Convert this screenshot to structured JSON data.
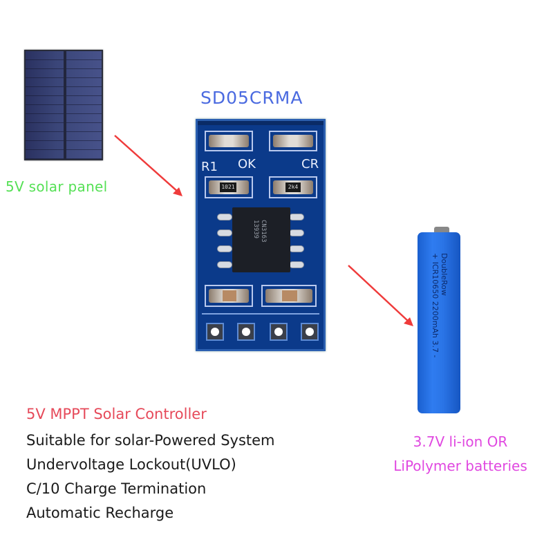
{
  "model_label": "SD05CRMA",
  "solar_panel": {
    "label": "5V solar panel",
    "label_color": "#55e055"
  },
  "pcb": {
    "silkscreen": {
      "r1": "R1",
      "ok": "OK",
      "cr": "CR"
    },
    "resistor_codes": [
      "1021",
      "2k4"
    ],
    "chip_marking": "CN3163\n13939",
    "pin_count": 4
  },
  "battery": {
    "printed_text": "+ ICR10650 2200mAh 3.7 -",
    "brand_text": "DoubleRow",
    "label_line1": "3.7V li-ion OR",
    "label_line2": "LiPolymer batteries",
    "label_color": "#e048e0"
  },
  "product": {
    "title": "5V MPPT Solar Controller",
    "title_color": "#e64a5a",
    "features": [
      "Suitable for solar-Powered System",
      "Undervoltage Lockout(UVLO)",
      "C/10 Charge Termination",
      "Automatic Recharge"
    ]
  },
  "colors": {
    "arrow": "#ef3b3b",
    "pcb": "#0b3a8a",
    "model_label": "#4a6ae0"
  }
}
